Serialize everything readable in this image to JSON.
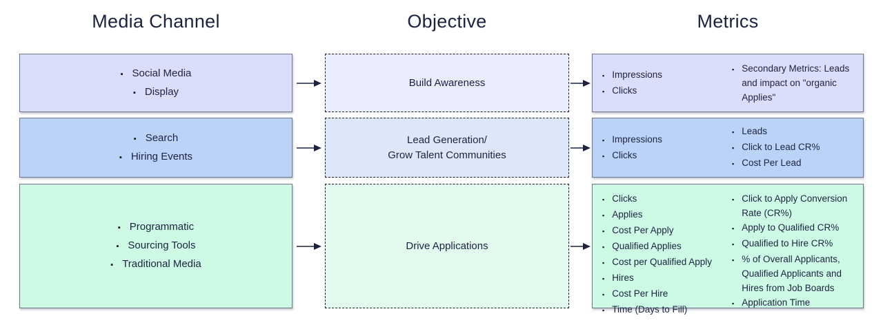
{
  "columns": {
    "media_channel": "Media Channel",
    "objective": "Objective",
    "metrics": "Metrics"
  },
  "rows": [
    {
      "name": "build-awareness",
      "media_channels": [
        "Social Media",
        "Display"
      ],
      "objective": "Build Awareness",
      "metrics_primary": [
        "Impressions",
        "Clicks"
      ],
      "metrics_secondary": [
        "Secondary Metrics: Leads and impact on \"organic Applies\""
      ]
    },
    {
      "name": "lead-generation",
      "media_channels": [
        "Search",
        "Hiring Events"
      ],
      "objective": "Lead Generation/\nGrow Talent Communities",
      "metrics_primary": [
        "Impressions",
        "Clicks"
      ],
      "metrics_secondary": [
        "Leads",
        "Click to Lead CR%",
        "Cost Per Lead"
      ]
    },
    {
      "name": "drive-applications",
      "media_channels": [
        "Programmatic",
        "Sourcing Tools",
        "Traditional Media"
      ],
      "objective": "Drive Applications",
      "metrics_primary": [
        "Clicks",
        "Applies",
        "Cost Per Apply",
        "Qualified Applies",
        "Cost per Qualified Apply",
        "Hires",
        "Cost Per Hire",
        "Time (Days to Fill)"
      ],
      "metrics_secondary": [
        "Click to Apply Conversion Rate (CR%)",
        "Apply to Qualified CR%",
        "Qualified to Hire CR%",
        "% of Overall Applicants, Qualified Applicants and Hires from Job Boards",
        "Application Time"
      ]
    }
  ],
  "colors": {
    "row1_fill": "#d9defa",
    "row1_objective_fill": "#e9ecfb",
    "row2_fill": "#bcd3f9",
    "row2_objective_fill": "#dde7f9",
    "row3_fill": "#ccfae4",
    "row3_objective_fill": "#e2fbee",
    "solid_border": "#6e7687",
    "dashed_border": "#1a1d29",
    "text": "#1c2240"
  }
}
